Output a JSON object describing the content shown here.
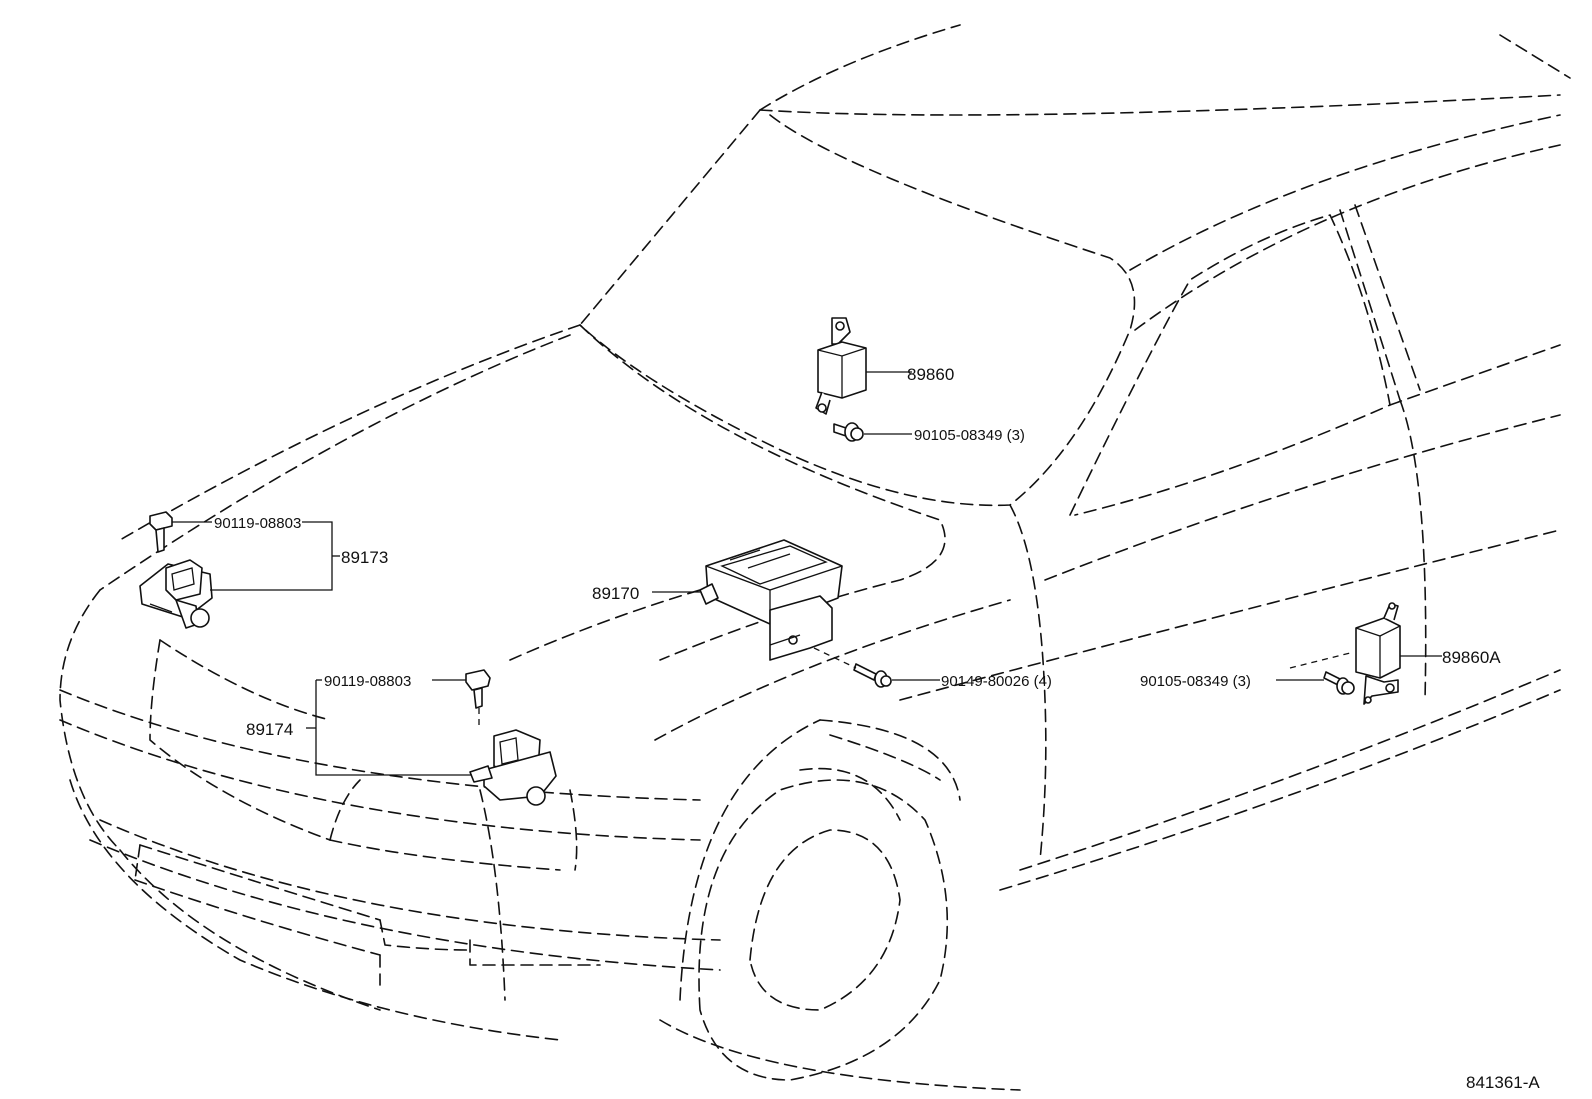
{
  "callouts": {
    "part_89860": "89860",
    "bolt_90105_upper": "90105-08349 (3)",
    "bolt_90119_left": "90119-08803",
    "part_89173": "89173",
    "part_89170": "89170",
    "bolt_90149": "90149-80026 (4)",
    "bolt_90119_center": "90119-08803",
    "part_89174": "89174",
    "bolt_90105_right": "90105-08349 (3)",
    "part_89860A": "89860A"
  },
  "figure_id": "841361-A"
}
